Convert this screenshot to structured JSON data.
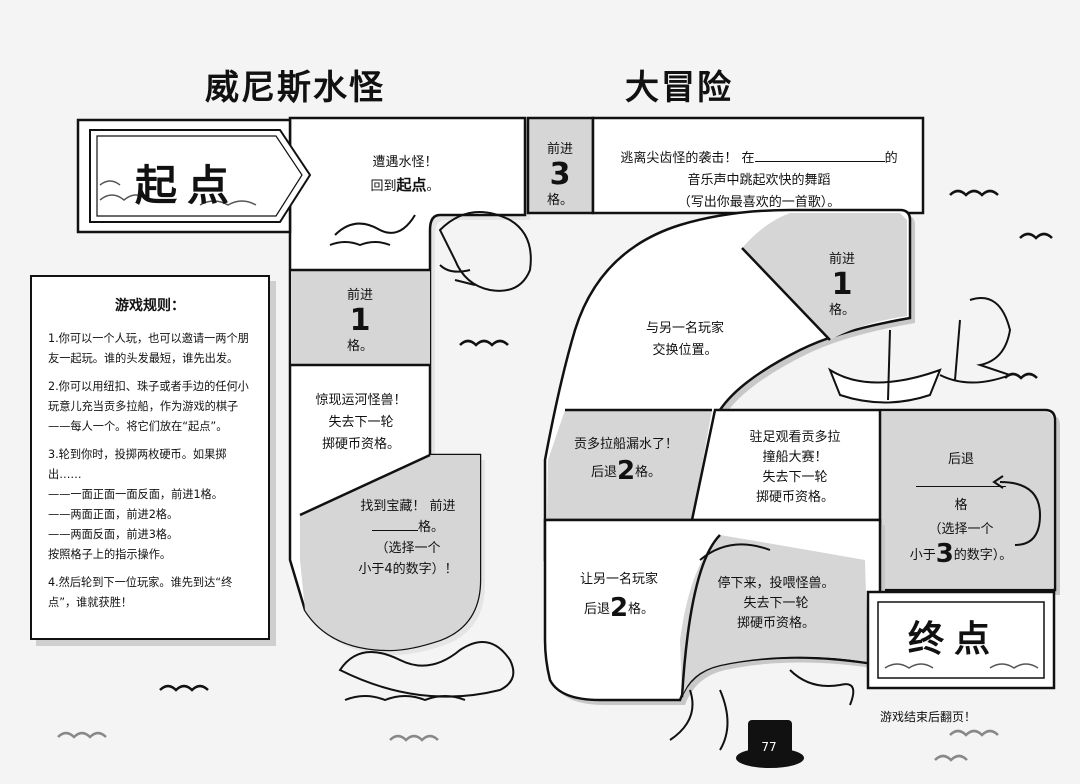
{
  "title": {
    "left": "威尼斯水怪",
    "right": "大冒险"
  },
  "start_label": "起点",
  "end_label": "终点",
  "rules": {
    "heading": "游戏规则：",
    "items": [
      "1.你可以一个人玩，也可以邀请一两个朋友一起玩。谁的头发最短，谁先出发。",
      "2.你可以用纽扣、珠子或者手边的任何小玩意儿充当贡多拉船，作为游戏的棋子——每人一个。将它们放在“起点”。",
      "3.轮到你时，投掷两枚硬币。如果掷出……",
      "——一面正面一面反面，前进1格。",
      "——两面正面，前进2格。",
      "——两面反面，前进3格。",
      "按照格子上的指示操作。",
      "4.然后轮到下一位玩家。谁先到达“终点”，谁就获胜！"
    ]
  },
  "squares": {
    "s1": {
      "line1": "遭遇水怪！",
      "line2a": "回到",
      "line2b": "起点",
      "line2c": "。"
    },
    "s2": {
      "a": "前进",
      "n": "1",
      "b": "格。"
    },
    "s3": {
      "line1": "惊现运河怪兽！",
      "line2": "失去下一轮",
      "line3": "掷硬币资格。"
    },
    "s4": {
      "line1": "找到宝藏！ 前进",
      "line2": "格。",
      "line3": "（选择一个",
      "line4": "小于4的数字）！"
    },
    "s5": {
      "a": "前进",
      "n": "3",
      "b": "格。"
    },
    "s6": {
      "line1a": "逃离尖齿怪的袭击！ 在",
      "line1b": "的",
      "line2": "音乐声中跳起欢快的舞蹈",
      "line3": "（写出你最喜欢的一首歌）。"
    },
    "s7": {
      "a": "前进",
      "n": "1",
      "b": "格。"
    },
    "s8": {
      "line1": "与另一名玩家",
      "line2": "交换位置。"
    },
    "s9": {
      "line1": "贡多拉船漏水了！",
      "line2a": "后退",
      "n": "2",
      "line2b": "格。"
    },
    "s10": {
      "line1": "驻足观看贡多拉",
      "line2": "撞船大赛！",
      "line3": "失去下一轮",
      "line4": "掷硬币资格。"
    },
    "s11": {
      "line1": "后退",
      "line2": "格",
      "line3": "（选择一个",
      "line4a": "小于",
      "n": "3",
      "line4b": "的数字）。"
    },
    "s12": {
      "line1": "让另一名玩家",
      "line2a": "后退",
      "n": "2",
      "line2b": "格。"
    },
    "s13": {
      "line1": "停下来，投喂怪兽。",
      "line2": "失去下一轮",
      "line3": "掷硬币资格。"
    }
  },
  "footer_note": "游戏结束后翻页！",
  "page_number": "77"
}
